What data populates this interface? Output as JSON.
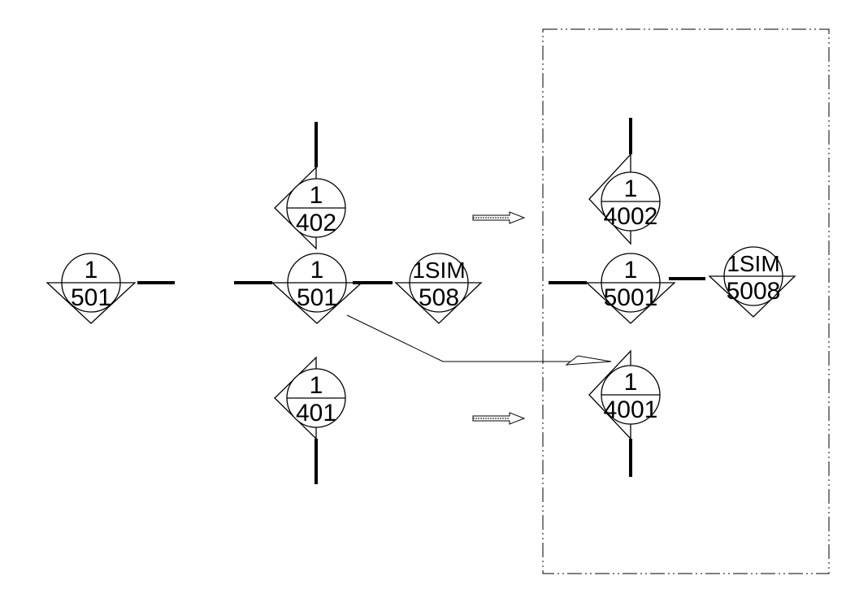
{
  "colors": {
    "line": "#000000",
    "background": "#ffffff"
  },
  "callouts": {
    "src_elev_left": {
      "top": "1",
      "bottom": "501",
      "pointer": "down"
    },
    "src_sec_up": {
      "top": "1",
      "bottom": "402",
      "pointer": "left"
    },
    "src_elev_center": {
      "top": "1",
      "bottom": "501",
      "pointer": "down"
    },
    "src_sim": {
      "top": "1SIM",
      "bottom": "508",
      "pointer": "down"
    },
    "src_sec_down": {
      "top": "1",
      "bottom": "401",
      "pointer": "left"
    },
    "dst_sec_up": {
      "top": "1",
      "bottom": "4002",
      "pointer": "left"
    },
    "dst_elev": {
      "top": "1",
      "bottom": "5001",
      "pointer": "down"
    },
    "dst_sim": {
      "top": "1SIM",
      "bottom": "5008",
      "pointer": "down"
    },
    "dst_sec_down": {
      "top": "1",
      "bottom": "4001",
      "pointer": "left"
    }
  },
  "transform_arrows": [
    "up-row",
    "down-row"
  ],
  "leader": {
    "from": "src_elev_center",
    "to": "dst_sec_down"
  },
  "boundary": {
    "style": "dash-dot"
  }
}
